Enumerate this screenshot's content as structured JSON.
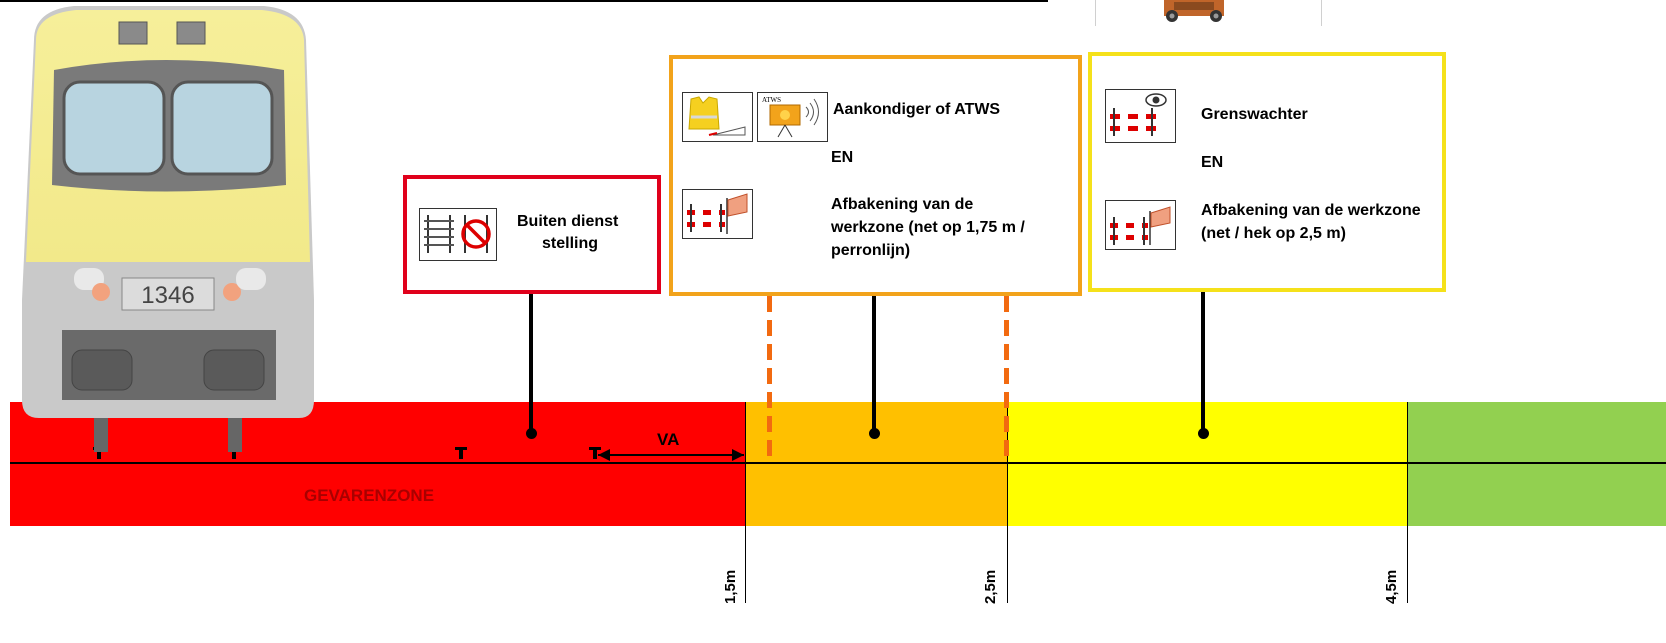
{
  "colors": {
    "danger_zone": "#ff0000",
    "orange_zone": "#ffc000",
    "yellow_zone": "#ffff00",
    "green_zone": "#92d050",
    "red_frame": "#e0001b",
    "orange_frame": "#f2a31b",
    "yellow_frame": "#f5e11a",
    "dash_orange": "#f26a10"
  },
  "train": {
    "number": "1346"
  },
  "zones": {
    "danger_label": "GEVARENZONE",
    "va_label": "VA"
  },
  "distances": [
    "1,5m",
    "2,5m",
    "4,5m"
  ],
  "boxes": {
    "out_of_service": {
      "label_line1": "Buiten dienst",
      "label_line2": "stelling"
    },
    "orange": {
      "heading": "Aankondiger of ATWS",
      "and_text": "EN",
      "line1": "Afbakening van de",
      "line2": "werkzone (net op 1,75 m /",
      "line3": "perronlijn)",
      "atws_caption": "ATWS"
    },
    "yellow": {
      "heading": "Grenswachter",
      "and_text": "EN",
      "line1": "Afbakening van de werkzone",
      "line2": "(net / hek op 2,5 m)"
    }
  },
  "icons": [
    "track-out-of-service-icon",
    "lookout-vest-horn-icon",
    "atws-warning-device-icon",
    "barrier-net-icon",
    "sentinel-eye-barrier-icon",
    "barrier-fence-icon",
    "track-machine-icon",
    "train-front-icon"
  ]
}
